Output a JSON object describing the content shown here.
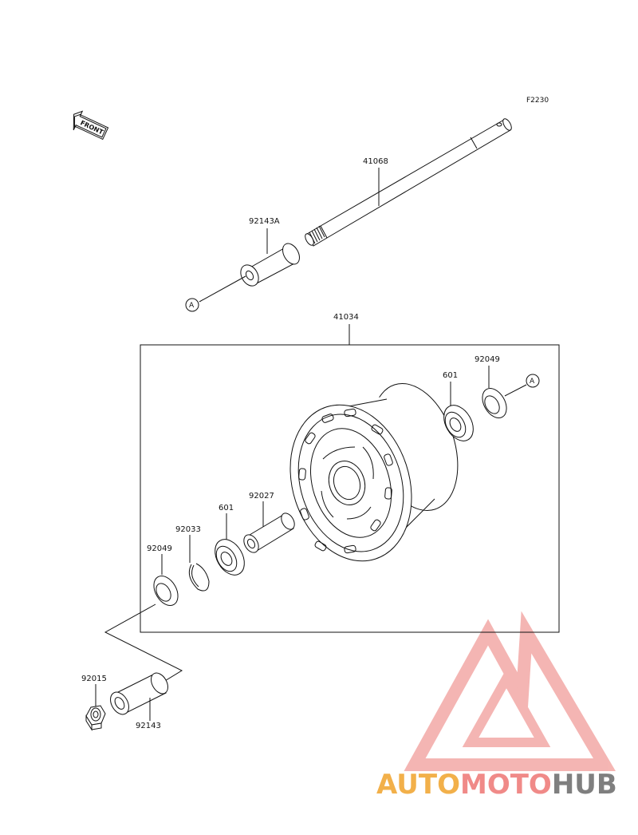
{
  "diagram_code": "F2230",
  "front_marker": "FRONT",
  "ref_marker": "A",
  "labels": {
    "axle": "41068",
    "collar_a": "92143A",
    "hub": "41034",
    "bearing_right": "601",
    "seal_right": "92049",
    "sleeve": "92027",
    "bearing_left": "601",
    "circlip": "92033",
    "seal_left": "92049",
    "nut": "92015",
    "collar": "92143"
  },
  "watermark": {
    "part1": "AUTO",
    "part2": "MOTO",
    "part3": "HUB",
    "colors": {
      "triangle": "#f3a9a6",
      "auto": "#f2b04a",
      "moto": "#f08a88",
      "hub": "#7f7f7f"
    }
  }
}
